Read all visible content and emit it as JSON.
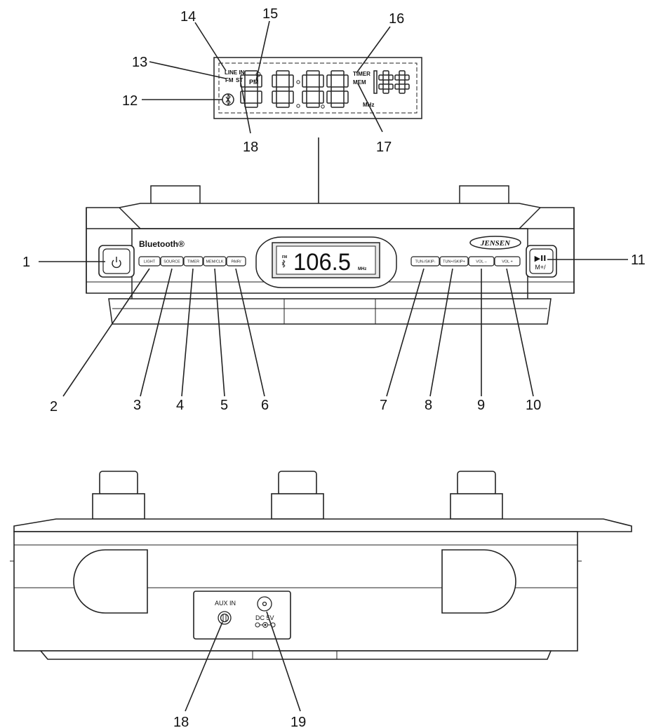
{
  "lcd_detail": {
    "indicators": {
      "line_in": "LINE IN",
      "fm": "FM",
      "st": "ST",
      "pm": "PM",
      "timer": "TIMER",
      "mem": "MEM",
      "mhz": "MHz"
    }
  },
  "front_panel": {
    "brand_left": "Bluetooth®",
    "brand_right": "JENSEN",
    "display_band": "FM",
    "display_frequency": "106.5",
    "display_unit": "MHz",
    "left_buttons": [
      "LIGHT",
      "SOURCE",
      "TIMER",
      "MEM/CLK",
      "PAIR/"
    ],
    "right_buttons": [
      "TUN-/SKIP-",
      "TUN+/SKIP+",
      "VOL –",
      "VOL +"
    ],
    "play_button": {
      "top": "▶II",
      "bottom": "M+/"
    }
  },
  "rear_panel": {
    "aux_label": "AUX IN",
    "dc_label": "DC 5V"
  },
  "callouts": {
    "c1": "1",
    "c2": "2",
    "c3": "3",
    "c4": "4",
    "c5": "5",
    "c6": "6",
    "c7": "7",
    "c8": "8",
    "c9": "9",
    "c10": "10",
    "c11": "11",
    "c12": "12",
    "c13": "13",
    "c14": "14",
    "c15": "15",
    "c16": "16",
    "c17": "17",
    "c18_lcd": "18",
    "c18_aux": "18",
    "c19": "19"
  },
  "colors": {
    "line": "#222222",
    "panel_fill": "#ffffff",
    "lcd_fill": "#e9e9e9"
  }
}
